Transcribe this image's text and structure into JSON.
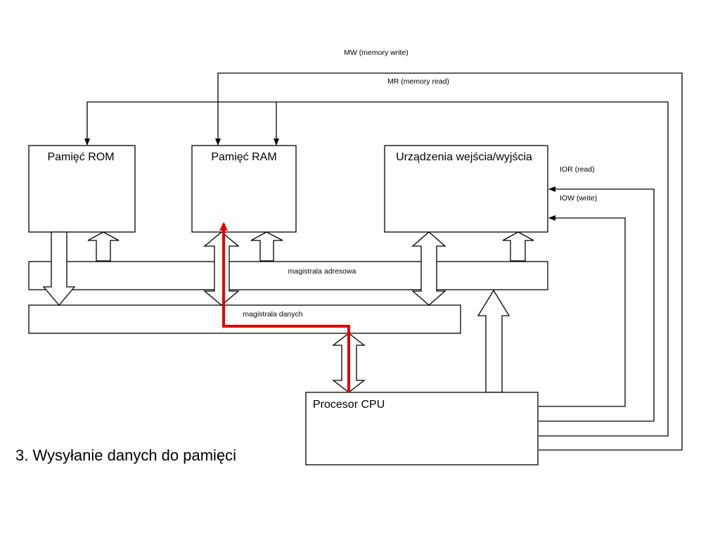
{
  "blocks": {
    "rom": "Pamięć ROM",
    "ram": "Pamięć RAM",
    "io": "Urządzenia wejścia/wyjścia",
    "cpu": "Procesor CPU"
  },
  "buses": {
    "address": "magistrala adresowa",
    "data": "magistrala danych"
  },
  "signals": {
    "mw": "MW (memory write)",
    "mr": "MR (memory read)",
    "ior": "IOR (read)",
    "iow": "IOW (write)"
  },
  "caption": "3. Wysyłanie danych do pamięci",
  "colors": {
    "highlight_path": "#e60000",
    "lines": "#000000",
    "background": "#ffffff"
  }
}
